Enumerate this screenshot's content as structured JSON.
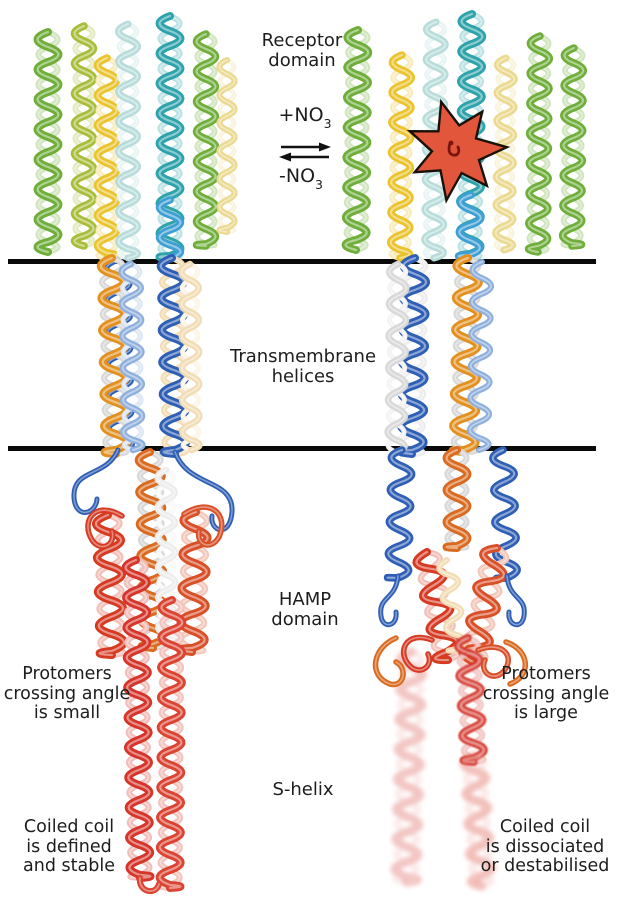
{
  "figure_labels": {
    "receptor_domain": [
      "Receptor",
      "domain"
    ],
    "transmembrane": [
      "Transmembrane",
      "helices"
    ],
    "hamp": [
      "HAMP",
      "domain"
    ],
    "s_helix": [
      "S-helix"
    ],
    "left_crossing": [
      "Protomers",
      "crossing angle",
      "is small"
    ],
    "right_crossing": [
      "Protomers",
      "crossing angle",
      "is large"
    ],
    "left_coiled": [
      "Coiled coil",
      "is defined",
      "and stable"
    ],
    "right_coiled": [
      "Coiled coil",
      "is dissociated",
      "or destabilised"
    ]
  },
  "reaction": {
    "bind": "+NO",
    "release": "-NO",
    "subscript": "3"
  },
  "colors": {
    "background": "#ffffff",
    "text": "#1d1d1d",
    "membrane": "#0a0a0a",
    "arrow": "#111111",
    "star": "#e2573b",
    "star_outline": "#1a1208",
    "ligand": "#7a150e",
    "green": "#6fae3a",
    "olive": "#a9bd3b",
    "gold": "#eac32d",
    "pale_cyan": "#b7dcda",
    "teal": "#2fa3ab",
    "cyan_blue": "#3e9fd4",
    "pale_yellow": "#ead98f",
    "tm_orange": "#e2901f",
    "tm_blue": "#2f5fb5",
    "light_blue": "#8fb0dc",
    "pale_tan": "#f2dcb4",
    "silver": "#d8d8d8",
    "white_helix": "#ededed",
    "hamp_orange": "#d96a1f",
    "hamp_red": "#d63a22",
    "hamp_red2": "#d84f28",
    "red": "#d5352a",
    "red2": "#db4433"
  }
}
